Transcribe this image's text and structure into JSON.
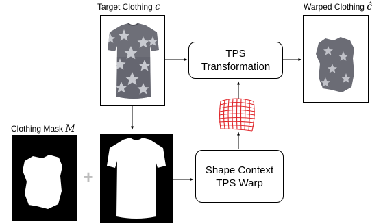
{
  "labels": {
    "target_clothing_text": "Target Clothing",
    "target_clothing_var": "c",
    "warped_clothing_text": "Warped Clothing",
    "warped_clothing_var": "ĉ",
    "clothing_mask_text": "Clothing Mask",
    "clothing_mask_var": "M"
  },
  "boxes": {
    "tps_transformation_line1": "TPS",
    "tps_transformation_line2": "Transformation",
    "shape_context_line1": "Shape Context",
    "shape_context_line2": "TPS Warp"
  },
  "plus_symbol": "+",
  "colors": {
    "shirt_gray": "#6e6f78",
    "star_white": "#d9dbe0",
    "grid_red": "#e0262a",
    "mask_black": "#000000",
    "arrow": "#000000",
    "plus_gray": "#bdbdbd"
  }
}
